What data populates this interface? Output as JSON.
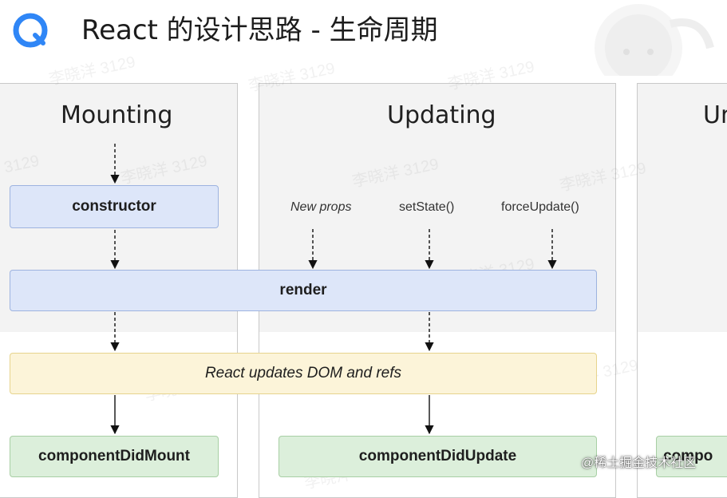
{
  "header": {
    "title": "React 的设计思路 - 生命周期"
  },
  "columns": {
    "mounting": "Mounting",
    "updating": "Updating",
    "unmounting": "Un"
  },
  "boxes": {
    "constructor": "constructor",
    "render": "render",
    "react_updates": "React updates DOM and refs",
    "did_mount": "componentDidMount",
    "did_update": "componentDidUpdate",
    "unmount_partial": "compo"
  },
  "triggers": {
    "new_props": "New props",
    "set_state": "setState()",
    "force_update": "forceUpdate()"
  },
  "footer": {
    "tag": "@稀土掘金技术社区"
  },
  "colors": {
    "blue_fill": "#dde6f9",
    "yellow_fill": "#fcf4d9",
    "green_fill": "#dcefdb",
    "logo_blue": "#2f86f6"
  }
}
